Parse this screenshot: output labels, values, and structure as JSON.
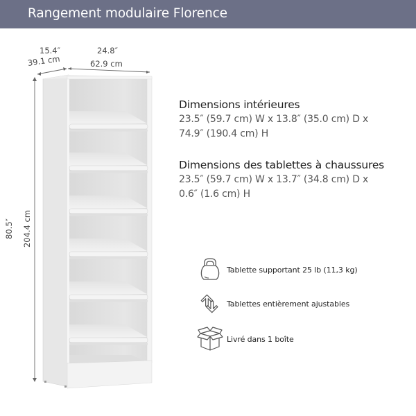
{
  "header": {
    "title": "Rangement modulaire Florence",
    "background_color": "#6c7087"
  },
  "dimensions": {
    "depth_in": "15.4″",
    "depth_cm": "39.1 cm",
    "width_in": "24.8″",
    "width_cm": "62.9 cm",
    "height_in": "80.5″",
    "height_cm": "204.4 cm"
  },
  "specs": [
    {
      "title": "Dimensions intérieures",
      "line1": "23.5″ (59.7 cm) W x 13.8″ (35.0 cm) D x",
      "line2": "74.9″ (190.4 cm) H"
    },
    {
      "title": "Dimensions des tablettes à chaussures",
      "line1": "23.5″ (59.7 cm) W x 13.7″ (34.8 cm) D x",
      "line2": "0.6″ (1.6 cm) H"
    }
  ],
  "features": [
    {
      "icon": "kettlebell-icon",
      "label": "Tablette supportant 25 lb (11,3 kg)"
    },
    {
      "icon": "up-down-arrows-icon",
      "label": "Tablettes entièrement ajustables"
    },
    {
      "icon": "open-box-icon",
      "label": "Livré dans 1 boîte"
    }
  ],
  "product": {
    "shelf_count": 6,
    "color": "#f2f2f2"
  }
}
